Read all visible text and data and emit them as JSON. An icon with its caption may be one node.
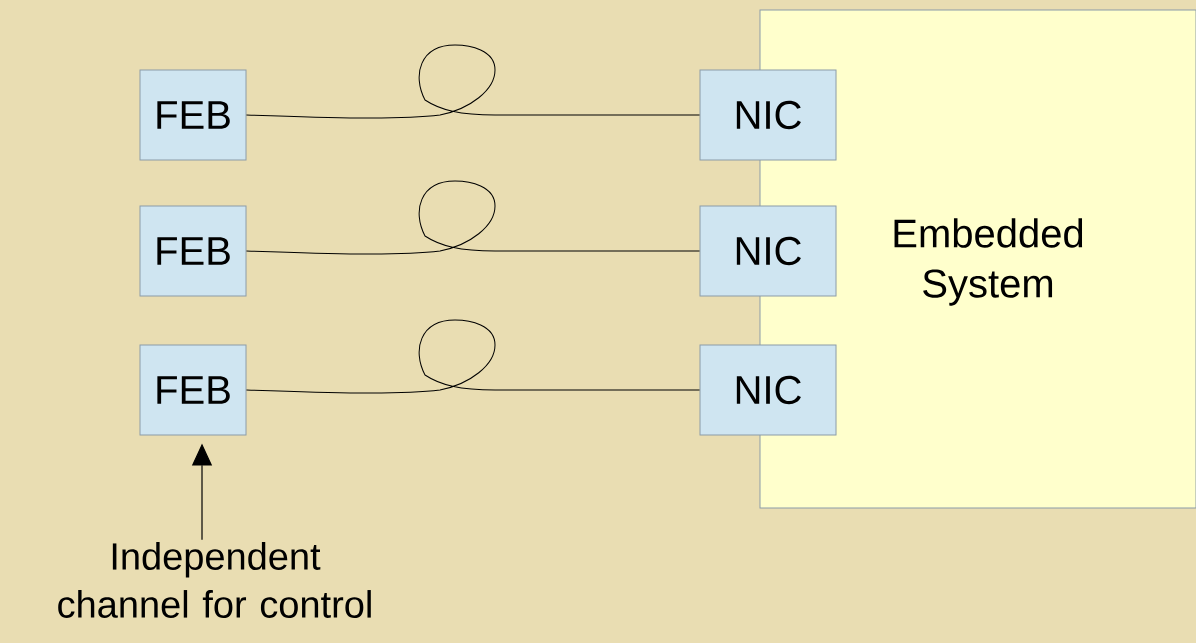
{
  "diagram": {
    "nodes": [
      {
        "text": [
          "FEB"
        ]
      },
      {
        "text": [
          "FEB"
        ]
      },
      {
        "text": [
          "FEB"
        ]
      },
      {
        "text": [
          "NIC"
        ]
      },
      {
        "text": [
          "NIC"
        ]
      },
      {
        "text": [
          "NIC"
        ]
      },
      {
        "text": [
          "Embedded System"
        ]
      },
      {
        "text": [
          "Independent channel for control"
        ]
      }
    ],
    "edges": [
      {
        "from": 0,
        "to": 3,
        "arrow": "none"
      },
      {
        "from": 1,
        "to": 4,
        "arrow": "none"
      },
      {
        "from": 2,
        "to": 5,
        "arrow": "none"
      },
      {
        "from": 7,
        "to": 2,
        "arrow": "to"
      }
    ]
  }
}
